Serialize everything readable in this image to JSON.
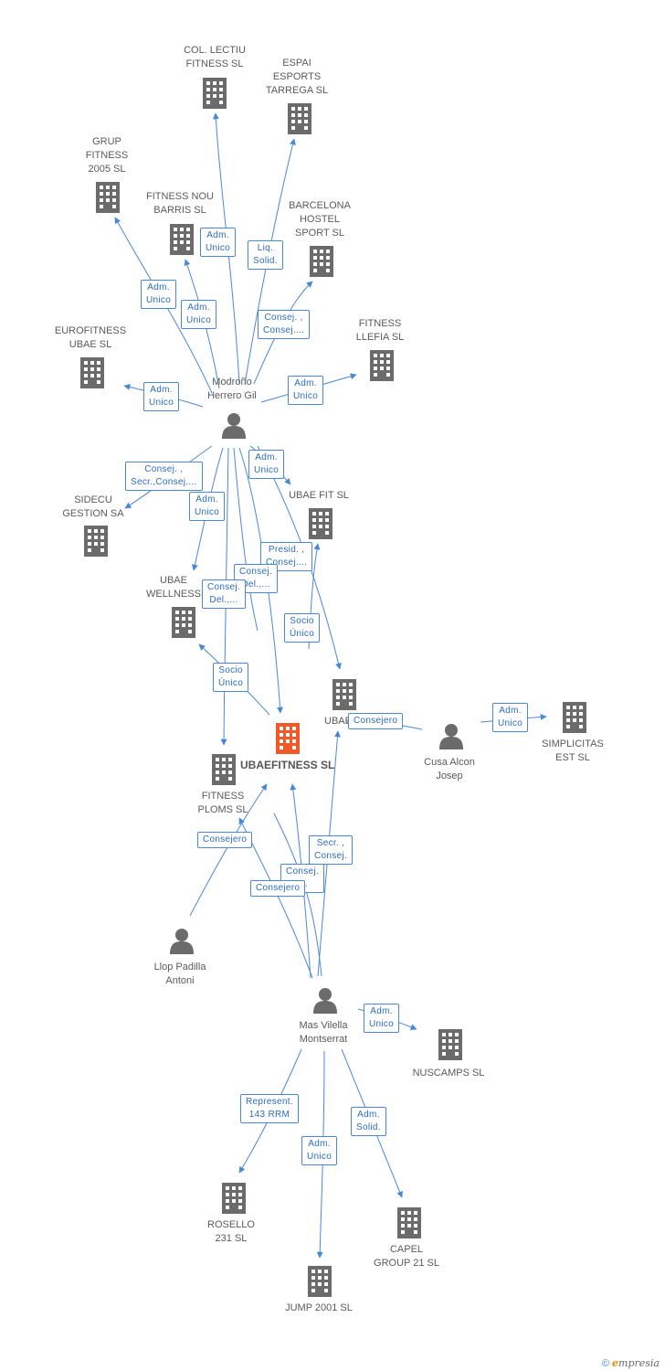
{
  "diagram": {
    "colors": {
      "edge": "#4a88d6",
      "node": "#666666",
      "focus": "#f05a28"
    },
    "companies": [
      {
        "id": "col",
        "label": "COL. LECTIU\nFITNESS SL"
      },
      {
        "id": "espai",
        "label": "ESPAI\nESPORTS\nTARREGA SL"
      },
      {
        "id": "grup",
        "label": "GRUP\nFITNESS\n2005 SL"
      },
      {
        "id": "nou",
        "label": "FITNESS NOU\nBARRIS SL"
      },
      {
        "id": "bhs",
        "label": "BARCELONA\nHOSTEL\nSPORT SL"
      },
      {
        "id": "llefia",
        "label": "FITNESS\nLLEFIA SL"
      },
      {
        "id": "euro",
        "label": "EUROFITNESS\nUBAE SL"
      },
      {
        "id": "sidecu",
        "label": "SIDECU\nGESTION SA"
      },
      {
        "id": "ubaefit",
        "label": "UBAE FIT SL"
      },
      {
        "id": "wellness",
        "label": "UBAE\nWELLNESS"
      },
      {
        "id": "ubaeser",
        "label": "UBAESER"
      },
      {
        "id": "focus",
        "label": "UBAEFITNESS SL"
      },
      {
        "id": "ploms",
        "label": "FITNESS\nPLOMS SL"
      },
      {
        "id": "simp",
        "label": "SIMPLICITAS\nEST SL"
      },
      {
        "id": "nuscamps",
        "label": "NUSCAMPS SL"
      },
      {
        "id": "rosello",
        "label": "ROSELLO\n231 SL"
      },
      {
        "id": "capel",
        "label": "CAPEL\nGROUP 21 SL"
      },
      {
        "id": "jump",
        "label": "JUMP 2001 SL"
      }
    ],
    "persons": [
      {
        "id": "modr",
        "label": "Modroño\nHerrero Gil"
      },
      {
        "id": "cusa",
        "label": "Cusa Alcon\nJosep"
      },
      {
        "id": "llop",
        "label": "Llop Padilla\nAntoni"
      },
      {
        "id": "mas",
        "label": "Mas Vilella\nMontserrat"
      }
    ],
    "edge_labels": [
      {
        "id": "e1",
        "label": "Adm.\nUnico"
      },
      {
        "id": "e2",
        "label": "Liq.\nSolid."
      },
      {
        "id": "e3",
        "label": "Adm.\nUnico"
      },
      {
        "id": "e4",
        "label": "Adm.\nUnico"
      },
      {
        "id": "e5",
        "label": "Consej. ,\nConsej...."
      },
      {
        "id": "e6",
        "label": "Adm.\nUnico"
      },
      {
        "id": "e7",
        "label": "Adm.\nUnico"
      },
      {
        "id": "e8",
        "label": "Consej. ,\nSecr.,Consej...."
      },
      {
        "id": "e9",
        "label": "Adm.\nUnico"
      },
      {
        "id": "e10",
        "label": "Adm.\nUnico"
      },
      {
        "id": "e11",
        "label": "Presid. ,\nConsej...."
      },
      {
        "id": "e12",
        "label": "Consej.\nDel.,..."
      },
      {
        "id": "e13",
        "label": "Consej.\nDel.,..."
      },
      {
        "id": "e14",
        "label": "Socio\nÚnico"
      },
      {
        "id": "e15",
        "label": "Socio\nÚnico"
      },
      {
        "id": "e16",
        "label": "Consejero"
      },
      {
        "id": "e17",
        "label": "Adm.\nUnico"
      },
      {
        "id": "e18",
        "label": "Consejero"
      },
      {
        "id": "e19",
        "label": "Secr. ,\nConsej."
      },
      {
        "id": "e20",
        "label": "Consej.\n...."
      },
      {
        "id": "e21",
        "label": "Consejero"
      },
      {
        "id": "e22",
        "label": "Adm.\nUnico"
      },
      {
        "id": "e23",
        "label": "Represent.\n143 RRM"
      },
      {
        "id": "e24",
        "label": "Adm.\nUnico"
      },
      {
        "id": "e25",
        "label": "Adm.\nSolid."
      }
    ]
  },
  "footer": {
    "copyright": "©",
    "brand_e": "e",
    "brand_rest": "mpresia"
  }
}
